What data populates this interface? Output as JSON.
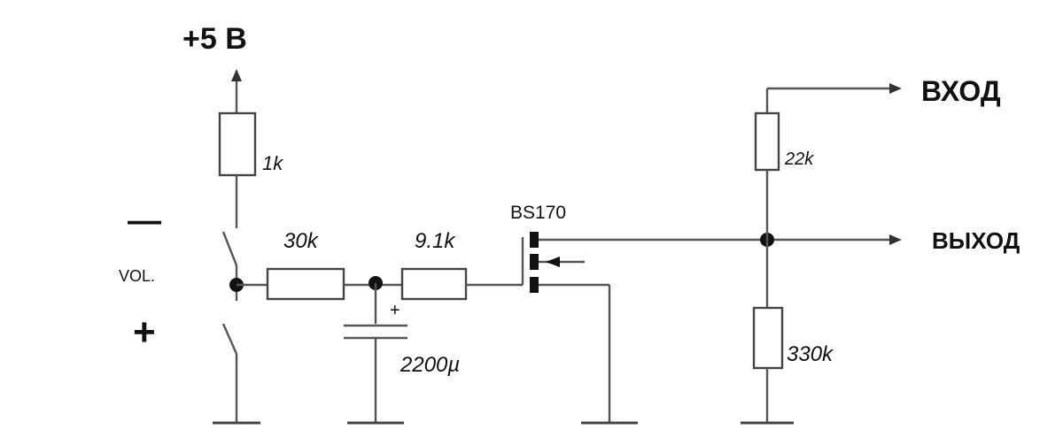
{
  "supply": {
    "label": "+5 B"
  },
  "switch": {
    "minus": "—",
    "name": "VOL.",
    "plus": "+"
  },
  "resistors": {
    "r_supply": "1k",
    "r_series1": "30k",
    "r_series2": "9.1k",
    "r_top": "22k",
    "r_bottom": "330k"
  },
  "capacitor": {
    "value": "2200µ",
    "polarity": "+"
  },
  "transistor": {
    "name": "BS170"
  },
  "ports": {
    "input": "ВХОД",
    "output": "ВЫХОД"
  }
}
